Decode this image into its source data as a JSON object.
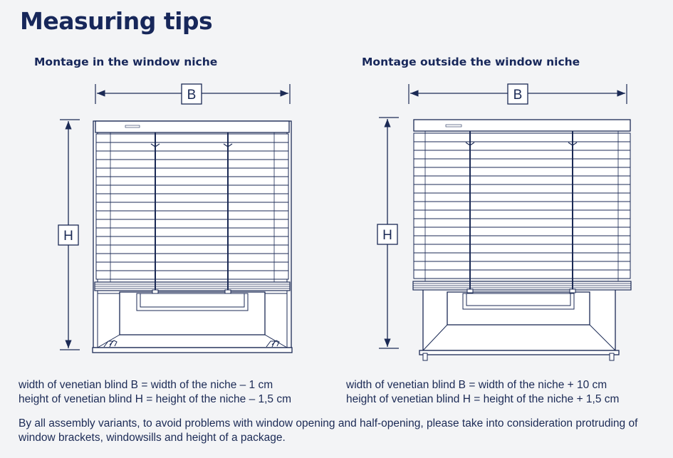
{
  "title": "Measuring tips",
  "left": {
    "heading": "Montage in the window niche",
    "width_label": "B",
    "height_label": "H",
    "formula_width": "width of venetian blind B = width of the niche – 1 cm",
    "formula_height": "height of venetian blind H = height of the niche – 1,5 cm"
  },
  "right": {
    "heading": "Montage outside the window niche",
    "width_label": "B",
    "height_label": "H",
    "formula_width": "width of  venetian blind B = width of the niche + 10 cm",
    "formula_height": "height of venetian blind H = height of the niche + 1,5 cm"
  },
  "note": "By all assembly variants, to avoid problems with window opening and half-opening, please take into consideration protruding of window brackets, windowsills and height of a package.",
  "colors": {
    "ink": "#1b2a55",
    "background": "#f3f4f6"
  }
}
